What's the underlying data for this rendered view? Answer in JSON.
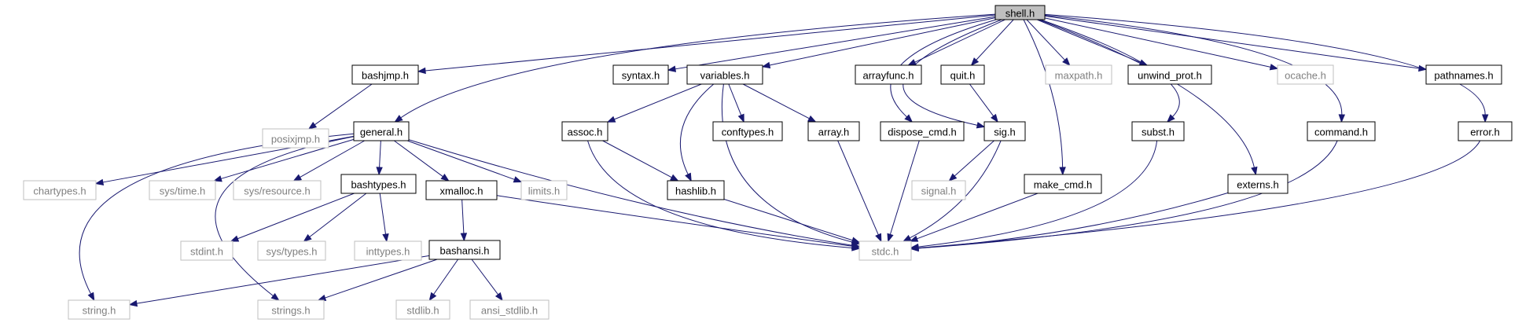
{
  "diagram": {
    "nodes": [
      {
        "id": "shell",
        "label": "shell.h",
        "style": "root"
      },
      {
        "id": "bashjmp",
        "label": "bashjmp.h",
        "style": "normal"
      },
      {
        "id": "syntax",
        "label": "syntax.h",
        "style": "normal"
      },
      {
        "id": "variables",
        "label": "variables.h",
        "style": "normal"
      },
      {
        "id": "arrayfunc",
        "label": "arrayfunc.h",
        "style": "normal"
      },
      {
        "id": "quit",
        "label": "quit.h",
        "style": "normal"
      },
      {
        "id": "maxpath",
        "label": "maxpath.h",
        "style": "external"
      },
      {
        "id": "unwind",
        "label": "unwind_prot.h",
        "style": "normal"
      },
      {
        "id": "ocache",
        "label": "ocache.h",
        "style": "external"
      },
      {
        "id": "pathnames",
        "label": "pathnames.h",
        "style": "normal"
      },
      {
        "id": "posixjmp",
        "label": "posixjmp.h",
        "style": "external"
      },
      {
        "id": "general",
        "label": "general.h",
        "style": "normal"
      },
      {
        "id": "assoc",
        "label": "assoc.h",
        "style": "normal"
      },
      {
        "id": "conftypes",
        "label": "conftypes.h",
        "style": "normal"
      },
      {
        "id": "array",
        "label": "array.h",
        "style": "normal"
      },
      {
        "id": "dispose",
        "label": "dispose_cmd.h",
        "style": "normal"
      },
      {
        "id": "sig",
        "label": "sig.h",
        "style": "normal"
      },
      {
        "id": "subst",
        "label": "subst.h",
        "style": "normal"
      },
      {
        "id": "command",
        "label": "command.h",
        "style": "normal"
      },
      {
        "id": "error",
        "label": "error.h",
        "style": "normal"
      },
      {
        "id": "chartypes",
        "label": "chartypes.h",
        "style": "external"
      },
      {
        "id": "systime",
        "label": "sys/time.h",
        "style": "external"
      },
      {
        "id": "sysresource",
        "label": "sys/resource.h",
        "style": "external"
      },
      {
        "id": "bashtypes",
        "label": "bashtypes.h",
        "style": "normal"
      },
      {
        "id": "xmalloc",
        "label": "xmalloc.h",
        "style": "normal"
      },
      {
        "id": "limits",
        "label": "limits.h",
        "style": "external"
      },
      {
        "id": "hashlib",
        "label": "hashlib.h",
        "style": "normal"
      },
      {
        "id": "signal",
        "label": "signal.h",
        "style": "external"
      },
      {
        "id": "make_cmd",
        "label": "make_cmd.h",
        "style": "normal"
      },
      {
        "id": "externs",
        "label": "externs.h",
        "style": "normal"
      },
      {
        "id": "stdint",
        "label": "stdint.h",
        "style": "external"
      },
      {
        "id": "systypes",
        "label": "sys/types.h",
        "style": "external"
      },
      {
        "id": "inttypes",
        "label": "inttypes.h",
        "style": "external"
      },
      {
        "id": "stdc",
        "label": "stdc.h",
        "style": "external"
      },
      {
        "id": "bashansi",
        "label": "bashansi.h",
        "style": "normal"
      },
      {
        "id": "string",
        "label": "string.h",
        "style": "external"
      },
      {
        "id": "strings",
        "label": "strings.h",
        "style": "external"
      },
      {
        "id": "stdlib",
        "label": "stdlib.h",
        "style": "external"
      },
      {
        "id": "ansi_stdlib",
        "label": "ansi_stdlib.h",
        "style": "external"
      }
    ],
    "edges": [
      {
        "from": "shell",
        "to": "bashjmp"
      },
      {
        "from": "shell",
        "to": "general"
      },
      {
        "from": "shell",
        "to": "syntax"
      },
      {
        "from": "shell",
        "to": "variables"
      },
      {
        "from": "shell",
        "to": "arrayfunc"
      },
      {
        "from": "shell",
        "to": "quit"
      },
      {
        "from": "shell",
        "to": "maxpath"
      },
      {
        "from": "shell",
        "to": "unwind"
      },
      {
        "from": "shell",
        "to": "ocache"
      },
      {
        "from": "shell",
        "to": "pathnames"
      },
      {
        "from": "shell",
        "to": "error"
      },
      {
        "from": "shell",
        "to": "command"
      },
      {
        "from": "shell",
        "to": "subst"
      },
      {
        "from": "shell",
        "to": "externs"
      },
      {
        "from": "shell",
        "to": "make_cmd"
      },
      {
        "from": "shell",
        "to": "dispose"
      },
      {
        "from": "shell",
        "to": "sig"
      },
      {
        "from": "bashjmp",
        "to": "posixjmp"
      },
      {
        "from": "variables",
        "to": "assoc"
      },
      {
        "from": "variables",
        "to": "hashlib"
      },
      {
        "from": "variables",
        "to": "conftypes"
      },
      {
        "from": "variables",
        "to": "array"
      },
      {
        "from": "variables",
        "to": "stdc"
      },
      {
        "from": "quit",
        "to": "sig"
      },
      {
        "from": "general",
        "to": "chartypes"
      },
      {
        "from": "general",
        "to": "systime"
      },
      {
        "from": "general",
        "to": "sysresource"
      },
      {
        "from": "general",
        "to": "bashtypes"
      },
      {
        "from": "general",
        "to": "xmalloc"
      },
      {
        "from": "general",
        "to": "limits"
      },
      {
        "from": "general",
        "to": "stdc"
      },
      {
        "from": "general",
        "to": "string"
      },
      {
        "from": "general",
        "to": "strings"
      },
      {
        "from": "assoc",
        "to": "hashlib"
      },
      {
        "from": "assoc",
        "to": "stdc"
      },
      {
        "from": "array",
        "to": "stdc"
      },
      {
        "from": "dispose",
        "to": "stdc"
      },
      {
        "from": "sig",
        "to": "signal"
      },
      {
        "from": "sig",
        "to": "stdc"
      },
      {
        "from": "subst",
        "to": "stdc"
      },
      {
        "from": "command",
        "to": "stdc"
      },
      {
        "from": "error",
        "to": "stdc"
      },
      {
        "from": "make_cmd",
        "to": "stdc"
      },
      {
        "from": "externs",
        "to": "stdc"
      },
      {
        "from": "hashlib",
        "to": "stdc"
      },
      {
        "from": "xmalloc",
        "to": "stdc"
      },
      {
        "from": "xmalloc",
        "to": "bashansi"
      },
      {
        "from": "bashtypes",
        "to": "stdint"
      },
      {
        "from": "bashtypes",
        "to": "systypes"
      },
      {
        "from": "bashtypes",
        "to": "inttypes"
      },
      {
        "from": "bashansi",
        "to": "string"
      },
      {
        "from": "bashansi",
        "to": "strings"
      },
      {
        "from": "bashansi",
        "to": "stdlib"
      },
      {
        "from": "bashansi",
        "to": "ansi_stdlib"
      }
    ],
    "colors": {
      "edge": "#191970",
      "root_fill": "#bfbfbf",
      "normal_border": "#000000",
      "external_border": "#bfbfbf",
      "external_text": "#7f7f7f",
      "text": "#000000"
    }
  }
}
